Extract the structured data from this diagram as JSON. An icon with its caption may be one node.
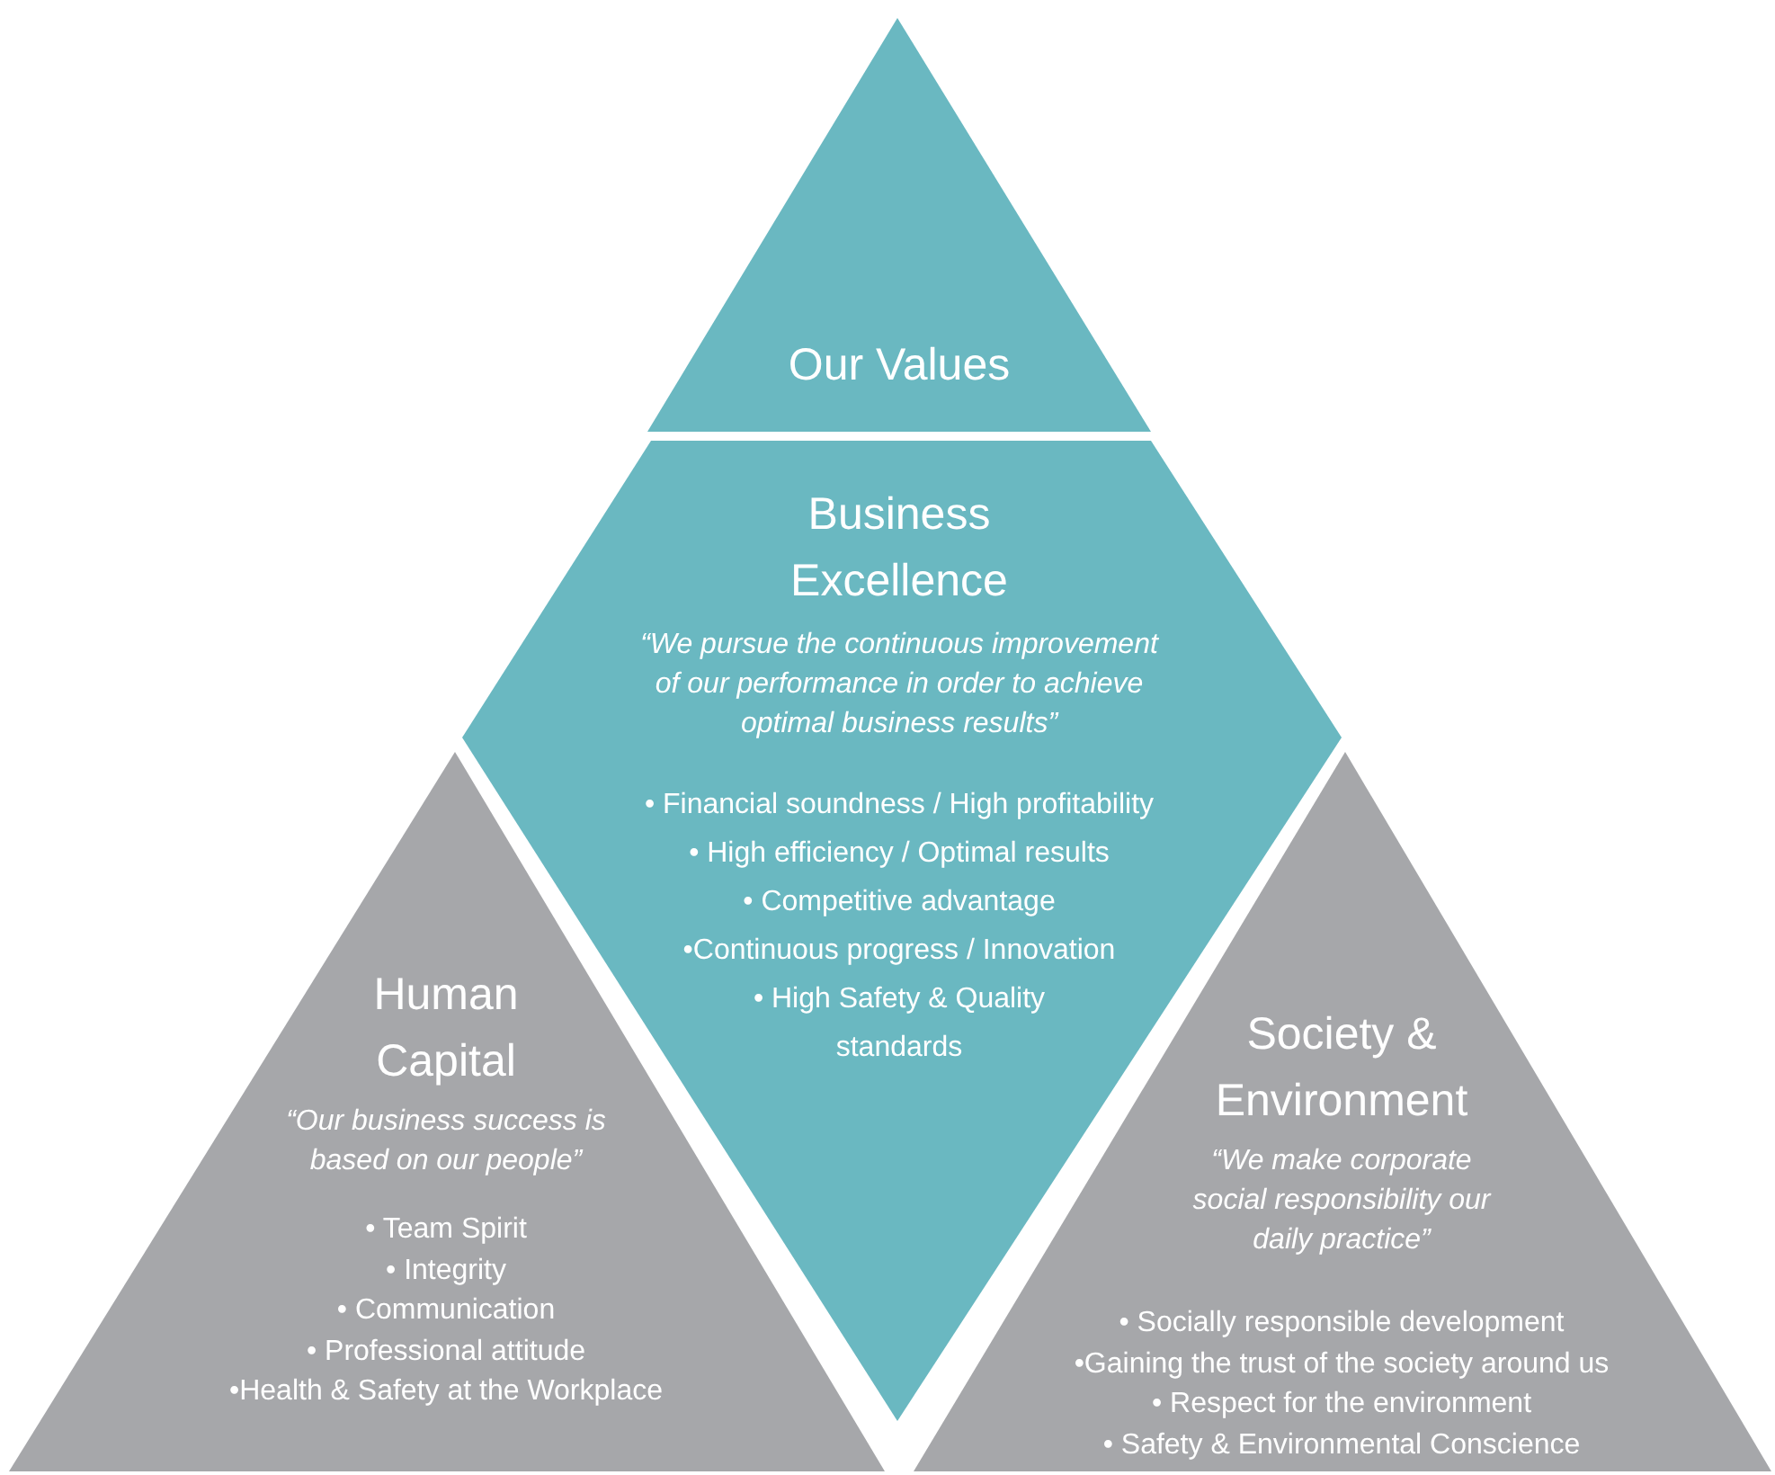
{
  "diagram": {
    "nodes": [
      {
        "text": [
          "Our Values"
        ]
      },
      {
        "text": [
          "Business Excellence",
          "“We pursue the continuous improvement of our performance in order to achieve optimal business results”",
          "• Financial soundness / High profitability",
          "• High efficiency / Optimal results",
          "• Competitive advantage",
          "•Continuous progress / Innovation",
          "• High Safety & Quality standards"
        ]
      },
      {
        "text": [
          "Human Capital",
          "“Our business success is based on our people”",
          "• Team Spirit",
          "• Integrity",
          "• Communication",
          "• Professional attitude",
          "•Health & Safety at the Workplace"
        ]
      },
      {
        "text": [
          "Society & Environment",
          "“We make corporate social responsibility our daily practice”",
          "• Socially responsible development",
          "•Gaining the trust of the society around us",
          "• Respect for the environment",
          "• Safety & Environmental Conscience"
        ]
      }
    ]
  }
}
